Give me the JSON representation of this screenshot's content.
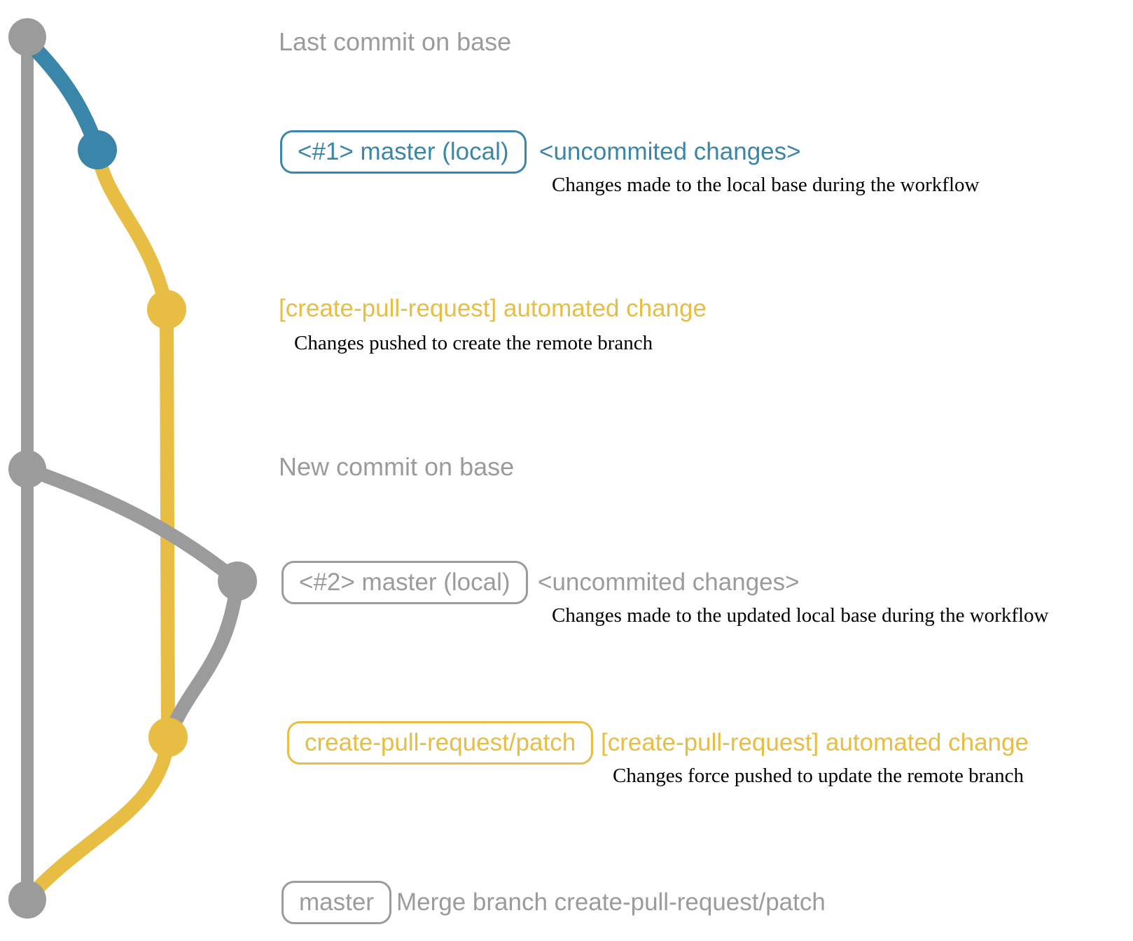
{
  "colors": {
    "gray": "#9b9b9b",
    "blue": "#3a86aa",
    "yellow": "#e7bd44",
    "desc": "#000000"
  },
  "graph": {
    "branches": [
      {
        "name": "base",
        "color_key": "gray"
      },
      {
        "name": "master-local-1",
        "color_key": "blue"
      },
      {
        "name": "create-pull-request/patch",
        "color_key": "yellow"
      },
      {
        "name": "master-local-2",
        "color_key": "gray"
      }
    ],
    "commits": [
      {
        "id": "last-commit-on-base",
        "color_key": "gray"
      },
      {
        "id": "local-commit-1",
        "color_key": "blue"
      },
      {
        "id": "remote-commit-1",
        "color_key": "yellow"
      },
      {
        "id": "new-commit-on-base",
        "color_key": "gray"
      },
      {
        "id": "local-commit-2",
        "color_key": "gray"
      },
      {
        "id": "remote-commit-2",
        "color_key": "yellow"
      },
      {
        "id": "merge-commit",
        "color_key": "gray"
      }
    ]
  },
  "rows": {
    "last_commit": {
      "label": "Last commit on base"
    },
    "commit1": {
      "badge": "<#1> master (local)",
      "heading": "<uncommited changes>",
      "description": "Changes made to the local base during the workflow"
    },
    "push1": {
      "heading": "[create-pull-request] automated change",
      "description": "Changes pushed to create the remote branch"
    },
    "new_commit": {
      "label": "New commit on base"
    },
    "commit2": {
      "badge": "<#2> master (local)",
      "heading": "<uncommited changes>",
      "description": "Changes made to the updated local base during the workflow"
    },
    "push2": {
      "badge": "create-pull-request/patch",
      "heading": "[create-pull-request] automated change",
      "description": "Changes force pushed to update the remote branch"
    },
    "merge": {
      "badge": "master",
      "heading": "Merge branch create-pull-request/patch"
    }
  }
}
